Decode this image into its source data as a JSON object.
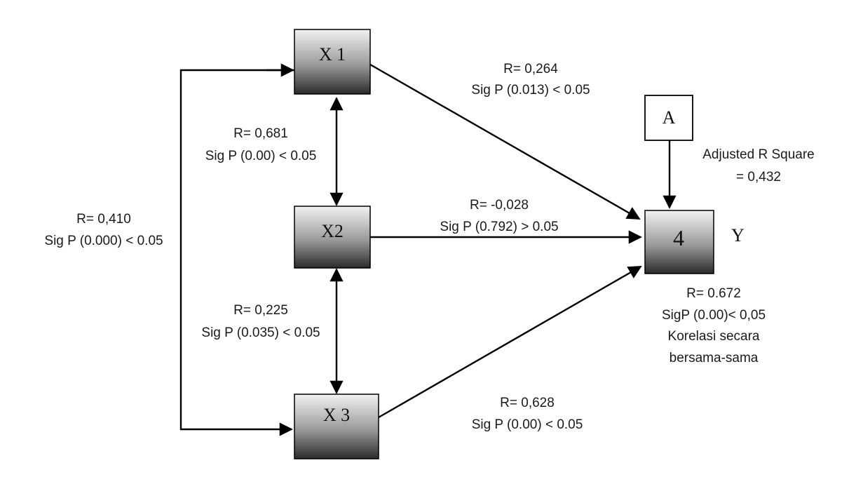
{
  "nodes": {
    "x1": {
      "label": "X 1"
    },
    "x2": {
      "label": "X2"
    },
    "x3": {
      "label": "X 3"
    },
    "y": {
      "label": "4",
      "side_label": "Y"
    },
    "a": {
      "label": "A"
    }
  },
  "edges": {
    "x1_y": {
      "line1": "R= 0,264",
      "line2": "Sig P (0.013) < 0.05"
    },
    "x1_x2": {
      "line1": "R= 0,681",
      "line2": "Sig P (0.00) < 0.05"
    },
    "x2_y": {
      "line1": "R= -0,028",
      "line2": "Sig P (0.792) > 0.05"
    },
    "x2_x3": {
      "line1": "R= 0,225",
      "line2": "Sig P (0.035) < 0.05"
    },
    "x3_y": {
      "line1": "R= 0,628",
      "line2": "Sig P (0.00) < 0.05"
    },
    "x1_x3": {
      "line1": "R= 0,410",
      "line2": "Sig P (0.000) < 0.05"
    },
    "a_y": {
      "line1": "Adjusted R Square",
      "line2": "= 0,432"
    }
  },
  "joint": {
    "line1": "R= 0.672",
    "line2": "SigP (0.00)< 0,05",
    "line3": "Korelasi secara",
    "line4": "bersama-sama"
  },
  "colors": {
    "box_dark": "#2b2b2b",
    "box_light": "#f2f2f2",
    "line": "#000000",
    "text": "#1a1a1a"
  }
}
